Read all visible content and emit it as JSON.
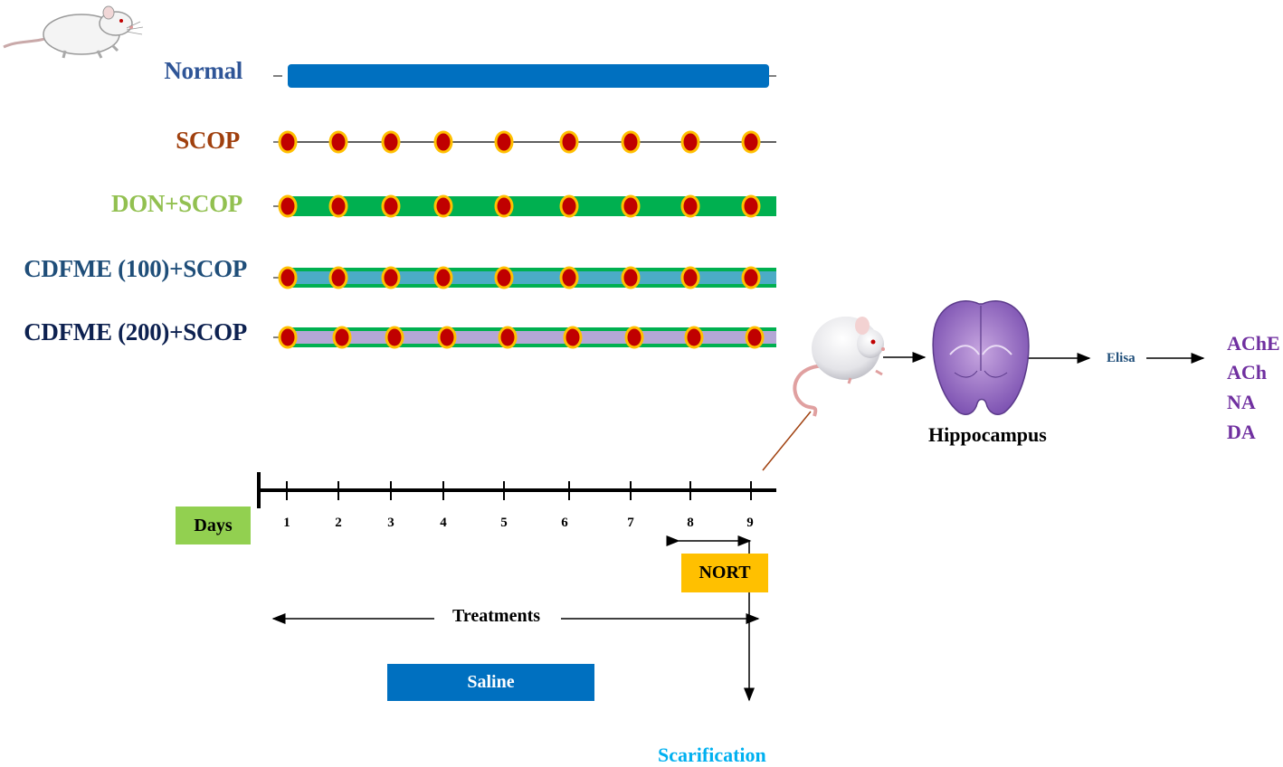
{
  "groups": [
    {
      "label": "Normal",
      "color": "#2f5597",
      "bar": "solid-blue"
    },
    {
      "label": "SCOP",
      "color": "#a0400e",
      "bar": "line-dots"
    },
    {
      "label": "DON+SCOP",
      "color": "#92c050",
      "bar": "green-dots"
    },
    {
      "label": "CDFME (100)+SCOP",
      "color": "#1f4e79",
      "bar": "teal-dots"
    },
    {
      "label": "CDFME (200)+SCOP",
      "color": "#0d2150",
      "bar": "lavender-dots"
    }
  ],
  "colors": {
    "normal_bar": "#0070c0",
    "green_bar": "#00b050",
    "teal_fill": "#4bacc6",
    "lavender_fill": "#b4a7d6",
    "dose_dot_fill": "#c00000",
    "dose_dot_ring": "#ffc000",
    "days_box": "#92d050",
    "nort_box": "#ffc000",
    "saline_box": "#0070c0",
    "scarification": "#00b0f0",
    "markers": "#7030a0"
  },
  "timeline": {
    "days_label": "Days",
    "days": [
      "1",
      "2",
      "3",
      "4",
      "5",
      "6",
      "7",
      "8",
      "9"
    ]
  },
  "nort_label": "NORT",
  "treatments_label": "Treatments",
  "saline_label": "Saline",
  "scarification_label": "Scarification",
  "pipeline": {
    "tissue_label": "Hippocampus",
    "assay_label": "Elisa",
    "markers": [
      "AChE",
      "ACh",
      "NA",
      "DA"
    ]
  },
  "icons": {
    "small_rat": "rat-icon",
    "big_rat": "rat-icon",
    "brain": "brain-section-icon"
  }
}
